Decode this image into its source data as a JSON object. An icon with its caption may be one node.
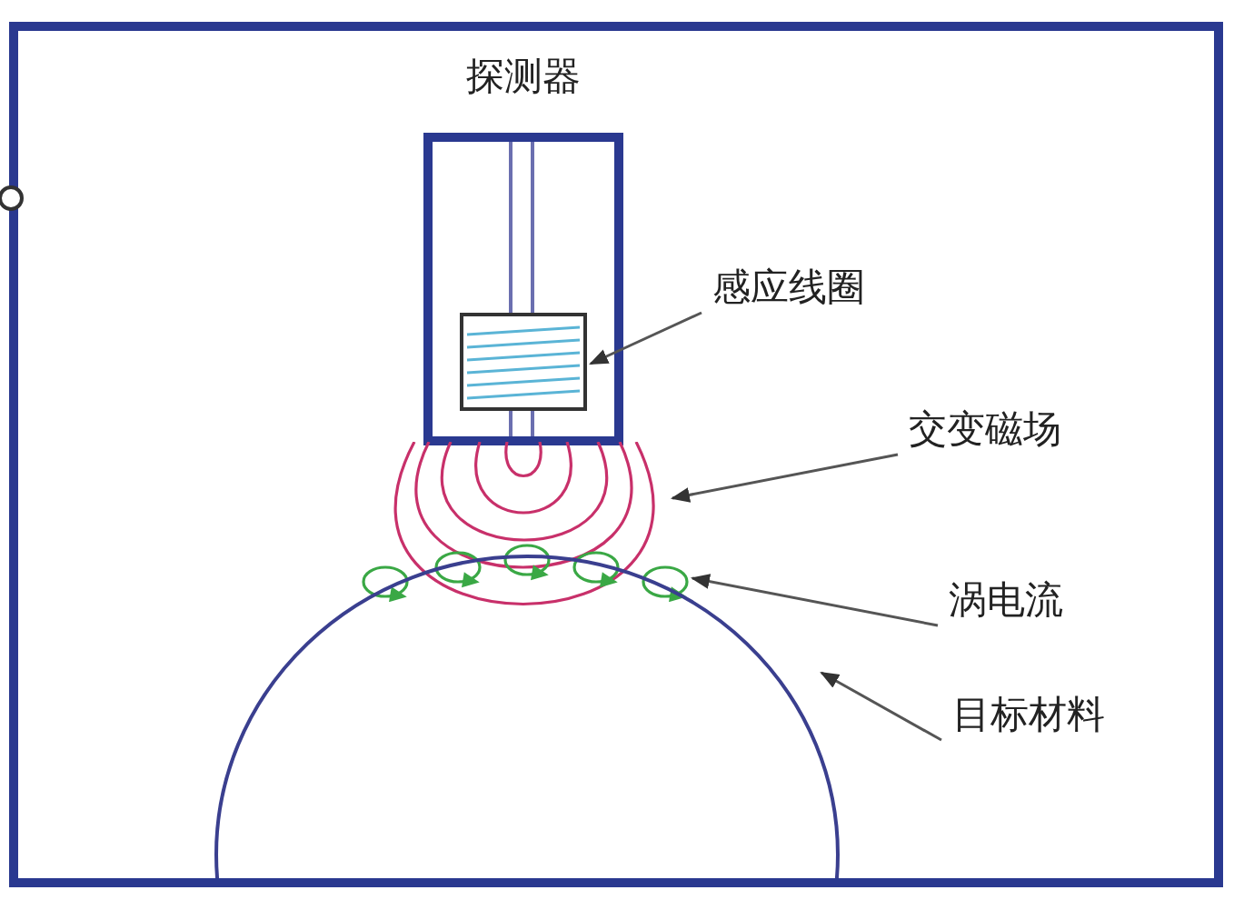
{
  "diagram": {
    "nodes": [
      {
        "text": [
          "探测器"
        ]
      },
      {
        "text": [],
        "shape": "box",
        "in": 0
      },
      {
        "text": [
          "感应线圈"
        ]
      },
      {
        "text": [
          "交变磁场"
        ]
      },
      {
        "text": [],
        "shape": "picture"
      },
      {
        "text": [
          "涡电流"
        ]
      },
      {
        "text": [],
        "shape": "picture"
      },
      {
        "text": [
          "目标材料"
        ]
      },
      {
        "text": [],
        "shape": "circle"
      }
    ],
    "edges": [
      {
        "from": 2,
        "to": 1,
        "arrow": "to"
      },
      {
        "from": 3,
        "to": 4,
        "arrow": "to"
      },
      {
        "from": 5,
        "to": 6,
        "arrow": "to"
      },
      {
        "from": 7,
        "to": 8,
        "arrow": "to"
      }
    ]
  }
}
